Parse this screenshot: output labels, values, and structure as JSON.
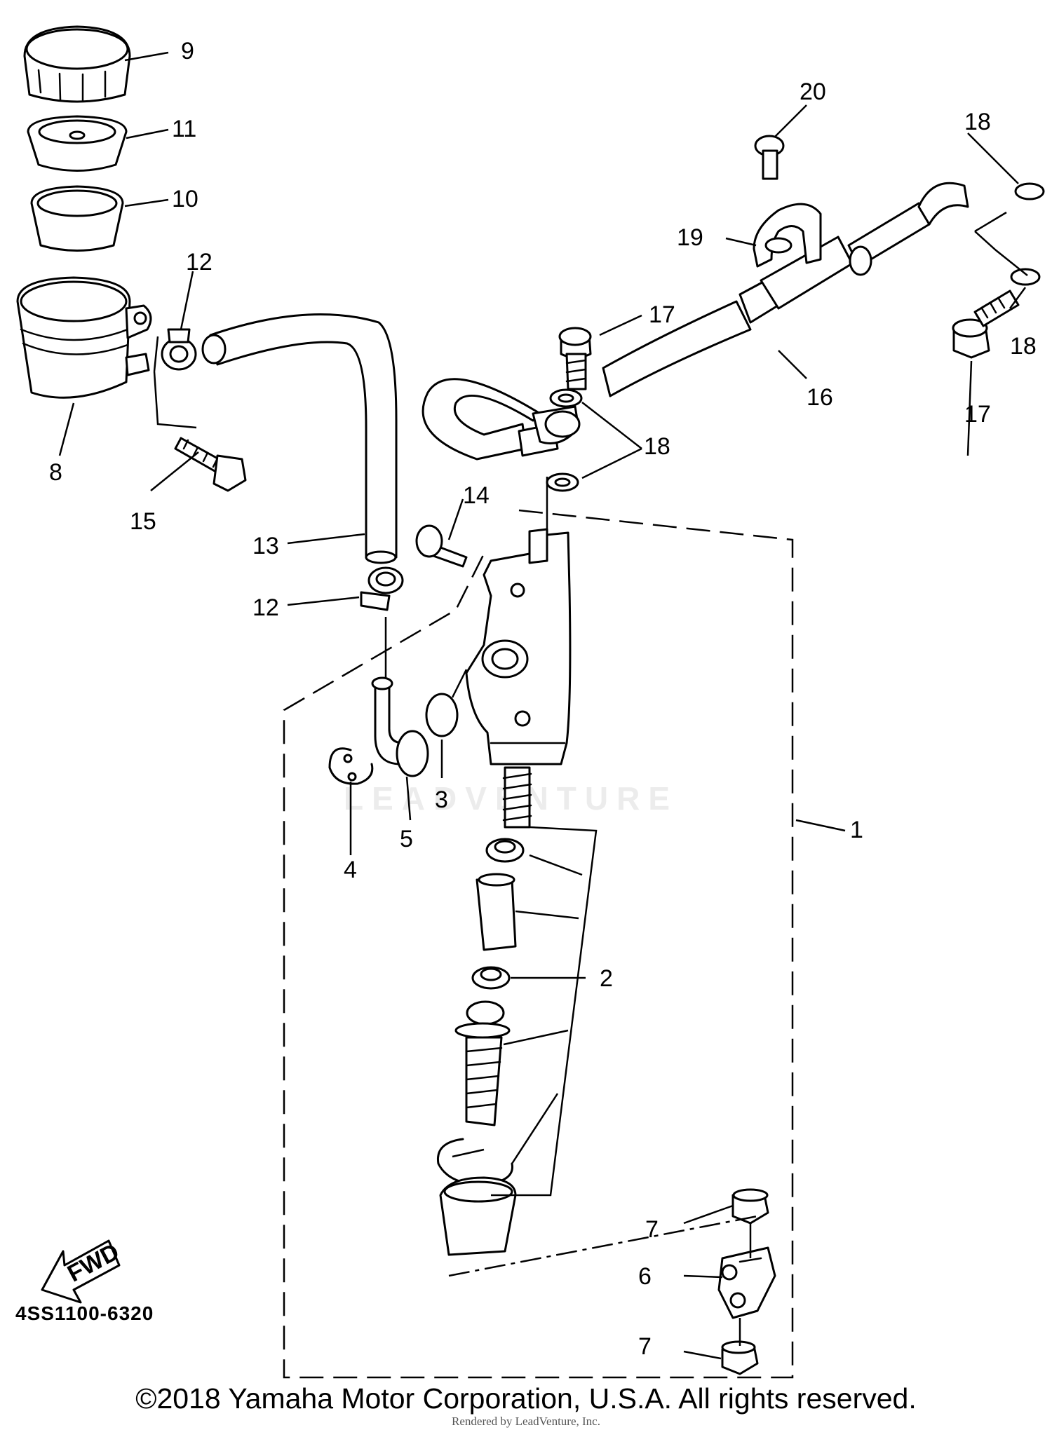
{
  "diagram": {
    "part_labels": [
      "9",
      "11",
      "10",
      "12",
      "8",
      "15",
      "13",
      "12",
      "14",
      "20",
      "18",
      "19",
      "17",
      "18",
      "17",
      "16",
      "18",
      "3",
      "4",
      "5",
      "1",
      "2",
      "7",
      "6",
      "7"
    ],
    "fwd_label": "FWD",
    "diagram_code": "4SS1100-6320",
    "watermark": "LEADVENTURE"
  },
  "footer": {
    "copyright": "©2018 Yamaha Motor Corporation, U.S.A. All rights reserved.",
    "rendered_by": "Rendered by LeadVenture, Inc."
  }
}
